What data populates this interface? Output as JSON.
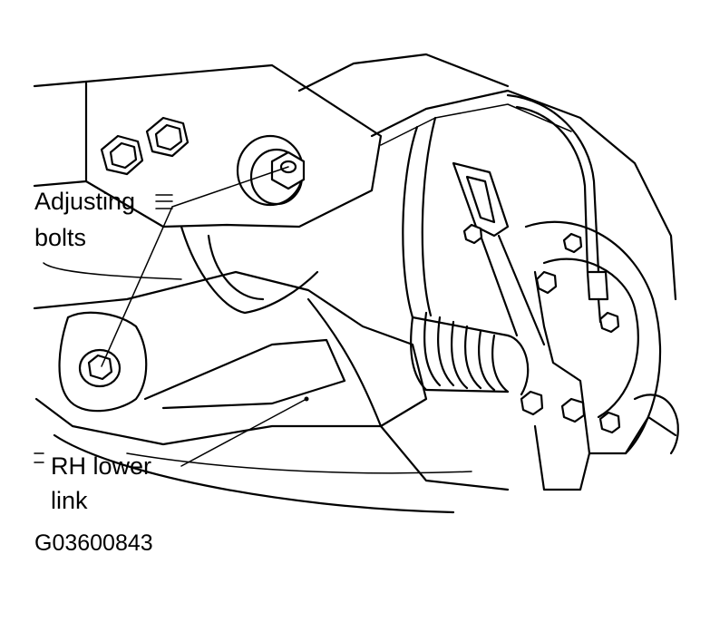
{
  "labels": {
    "adjusting_bolts_line1": "Adjusting",
    "adjusting_bolts_line2": "bolts",
    "rh_lower_link_line1": "RH lower",
    "rh_lower_link_line2": "link",
    "figure_code": "G03600843"
  }
}
